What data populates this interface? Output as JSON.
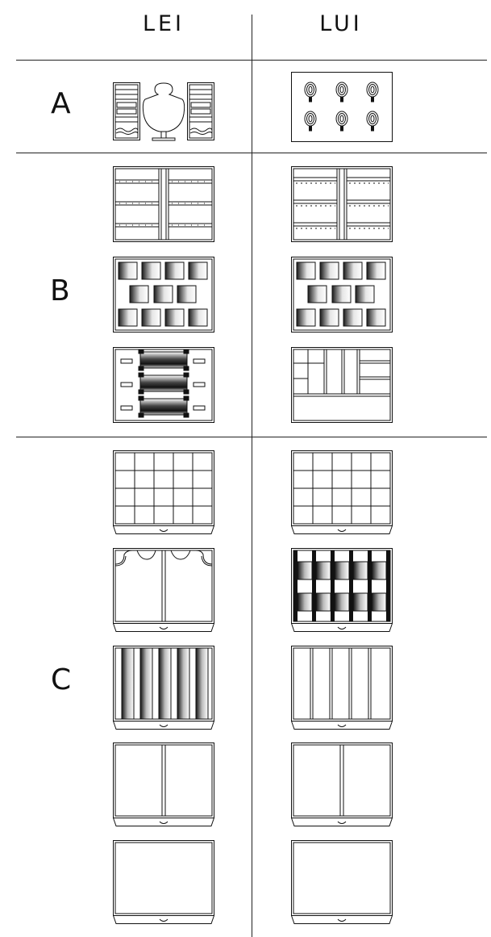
{
  "columns": {
    "left": "LEI",
    "right": "LUI"
  },
  "sections": [
    {
      "id": "A",
      "label": "A"
    },
    {
      "id": "B",
      "label": "B"
    },
    {
      "id": "C",
      "label": "C"
    }
  ]
}
